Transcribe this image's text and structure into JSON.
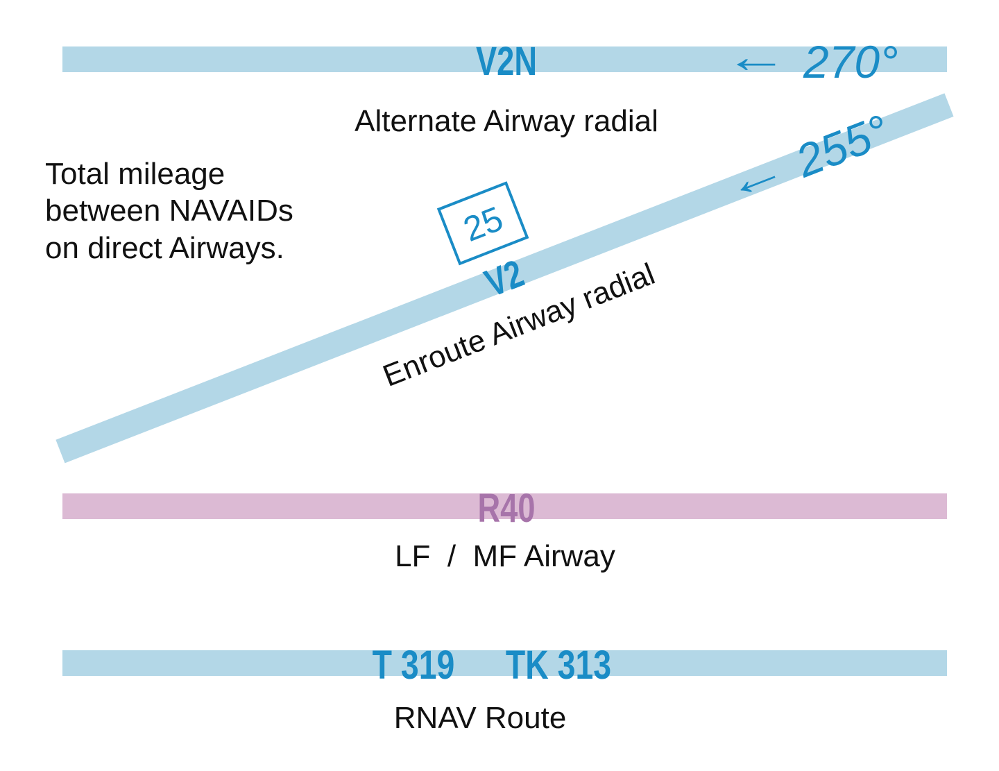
{
  "colors": {
    "airway_band": "#b3d7e7",
    "airway_text": "#1a8cc6",
    "lf_mf_band": "#dcbad4",
    "lf_mf_text": "#a774aa",
    "label_text": "#111111"
  },
  "alternate_airway": {
    "code": "V2N",
    "arrow": "←",
    "bearing": "270°",
    "caption": "Alternate Airway radial"
  },
  "mileage_note": {
    "lines": [
      "Total mileage",
      "between NAVAIDs",
      "on direct Airways."
    ]
  },
  "enroute_airway": {
    "code": "V2",
    "arrow": "←",
    "bearing": "255°",
    "mileage": "25",
    "caption": "Enroute Airway radial"
  },
  "lf_mf_airway": {
    "code": "R40",
    "caption": "LF  /  MF Airway"
  },
  "rnav_route": {
    "code_1": "T 319",
    "code_2": "TK 313",
    "caption": "RNAV Route"
  }
}
